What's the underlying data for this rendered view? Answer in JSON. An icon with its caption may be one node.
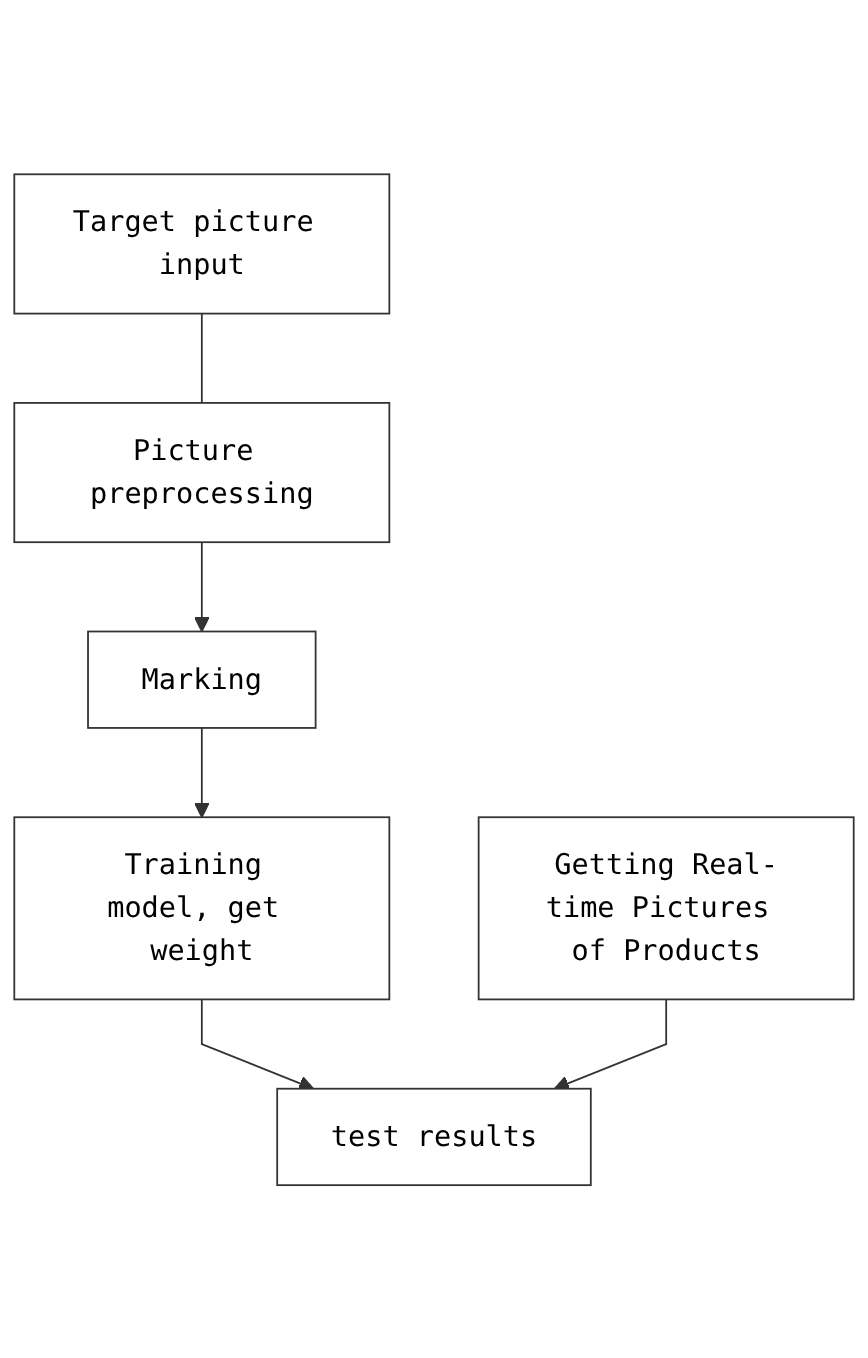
{
  "diagram": {
    "nodes": [
      {
        "text": [
          "Target picture input"
        ]
      },
      {
        "text": [
          "Picture preprocessing"
        ]
      },
      {
        "text": [
          "Marking"
        ]
      },
      {
        "text": [
          "Training model, get weight"
        ]
      },
      {
        "text": [
          "Getting Real-time Pictures of Products"
        ]
      },
      {
        "text": [
          "test results"
        ]
      }
    ],
    "edges": [
      {
        "from": 0,
        "to": 1,
        "arrow": "none"
      },
      {
        "from": 1,
        "to": 2,
        "arrow": "to"
      },
      {
        "from": 2,
        "to": 3,
        "arrow": "to"
      },
      {
        "from": 3,
        "to": 5,
        "arrow": "to"
      },
      {
        "from": 4,
        "to": 5,
        "arrow": "to"
      }
    ]
  }
}
